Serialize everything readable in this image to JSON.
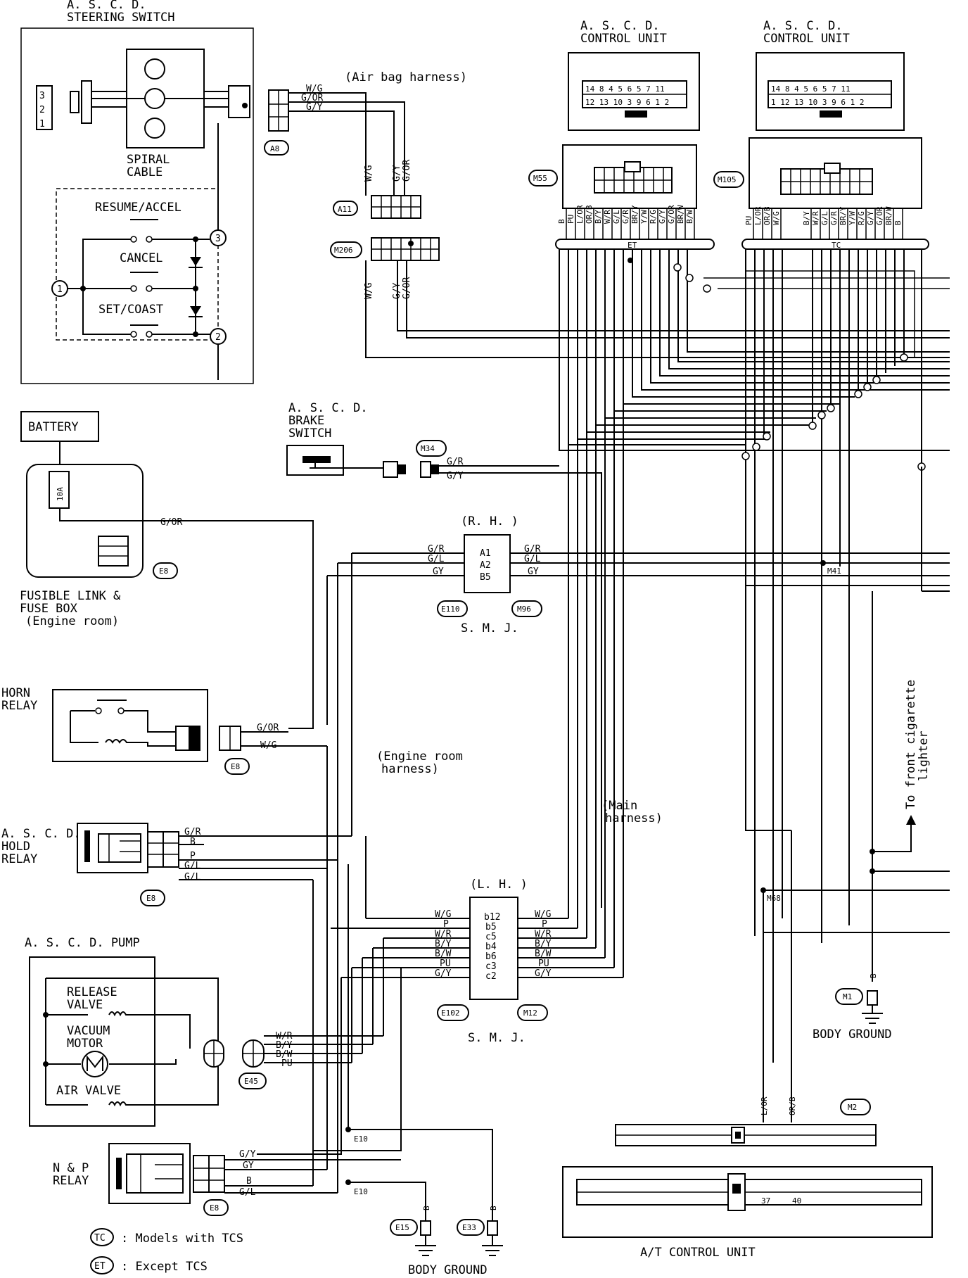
{
  "components": {
    "steering_switch": {
      "title": [
        "A. S. C. D.",
        "STEERING SWITCH"
      ],
      "spiral": [
        "SPIRAL",
        "CABLE"
      ],
      "resume": "RESUME/ACCEL",
      "cancel": "CANCEL",
      "set": "SET/COAST",
      "terminals": [
        "1",
        "2",
        "3"
      ],
      "connector_pins": [
        "3",
        "2",
        "1"
      ]
    },
    "airbag_harness": "(Air bag harness)",
    "ascd_cu_et": {
      "title": [
        "A. S. C. D.",
        "CONTROL UNIT"
      ],
      "pins_top": "14 8 4 5 6 5 7 11",
      "pins_bottom": "12 13 10 3 9 6 1 2",
      "tag": "ET",
      "conn": "M55"
    },
    "ascd_cu_tc": {
      "title": [
        "A. S. C. D.",
        "CONTROL UNIT"
      ],
      "pins_top": "14 8 4 5 6 5 7 11",
      "pins_bottom": "1 12 13 10 3 9 6 1 2",
      "tag": "TC",
      "conn": "M105"
    },
    "battery": "BATTERY",
    "fuse_label": "10A",
    "fusible_link": [
      "FUSIBLE LINK &",
      "FUSE BOX",
      "(Engine room)"
    ],
    "brake_switch": [
      "A. S. C. D.",
      "BRAKE",
      "SWITCH"
    ],
    "smj_rh": {
      "title": "(R. H. )",
      "pins": [
        "A1",
        "A2",
        "B5"
      ],
      "caption": "S. M. J."
    },
    "smj_lh": {
      "title": "(L. H. )",
      "pins": [
        "b12",
        "b5",
        "c5",
        "b4",
        "b6",
        "c3",
        "c2"
      ],
      "caption": "S. M. J."
    },
    "horn_relay": [
      "HORN",
      "RELAY"
    ],
    "hold_relay": [
      "A. S. C. D.",
      "HOLD",
      "RELAY"
    ],
    "pump": {
      "title": "A. S. C. D.  PUMP",
      "release": [
        "RELEASE",
        "VALVE"
      ],
      "vacuum": [
        "VACUUM",
        "MOTOR"
      ],
      "air": "AIR VALVE"
    },
    "np_relay": [
      "N & P",
      "RELAY"
    ],
    "engine_harness": [
      "(Engine room",
      "harness)"
    ],
    "main_harness": [
      "(Main",
      "harness)"
    ],
    "cigarette": [
      "To front cigarette",
      "lighter"
    ],
    "body_ground": "BODY GROUND",
    "at_cu": "A/T CONTROL UNIT",
    "at_pins": [
      "37",
      "40"
    ],
    "legend": [
      {
        "code": "TC",
        "text": ": Models with TCS"
      },
      {
        "code": "ET",
        "text": ": Except TCS"
      }
    ]
  },
  "connectors": {
    "A8": "A8",
    "A11": "A11",
    "M206": "M206",
    "M34": "M34",
    "E8": "E8",
    "E110": "E110",
    "M96": "M96",
    "E102": "E102",
    "M12": "M12",
    "E45": "E45",
    "E15": "E15",
    "E33": "E33",
    "M1": "M1",
    "M2": "M2",
    "M41": "M41",
    "M68": "M68",
    "E10": "E10"
  },
  "wire_colors": {
    "airbag": [
      "W/G",
      "G/OR",
      "G/Y"
    ],
    "a11_vertical": [
      "W/G",
      "G/Y",
      "G/OR"
    ],
    "m206_vertical": [
      "W/G",
      "G/Y",
      "G/OR"
    ],
    "et_pins": [
      "B",
      "PU",
      "L/OR",
      "OR/B",
      "B/Y",
      "W/R",
      "G/L",
      "G/R",
      "BR/Y",
      "Y/W",
      "R/G",
      "G/Y",
      "G/OR",
      "BR/W",
      "B/W"
    ],
    "tc_pins": [
      "PU",
      "L/OR",
      "OR/B",
      "W/G",
      "B/Y",
      "W/R",
      "G/L",
      "G/R",
      "BR/Y",
      "Y/W",
      "R/G",
      "G/Y",
      "G/OR",
      "BR/W",
      "B"
    ],
    "brake": [
      "G/R",
      "G/Y"
    ],
    "fuse": "G/OR",
    "smj_rh_left": [
      "G/R",
      "G/L",
      "GY"
    ],
    "smj_rh_right": [
      "G/R",
      "G/L",
      "GY"
    ],
    "horn": [
      "G/OR",
      "W/G"
    ],
    "hold": [
      "G/R",
      "B",
      "P",
      "G/L",
      "G/L"
    ],
    "smj_lh_left": [
      "W/G",
      "P",
      "W/R",
      "B/Y",
      "B/W",
      "PU",
      "G/Y"
    ],
    "smj_lh_right": [
      "W/G",
      "P",
      "W/R",
      "B/Y",
      "B/W",
      "PU",
      "G/Y"
    ],
    "pump": [
      "W/R",
      "B/Y",
      "B/W",
      "PU"
    ],
    "np": [
      "G/Y",
      "GY",
      "B",
      "G/L"
    ],
    "at_vertical": [
      "L/OR",
      "OR/B"
    ],
    "ground": "B"
  }
}
